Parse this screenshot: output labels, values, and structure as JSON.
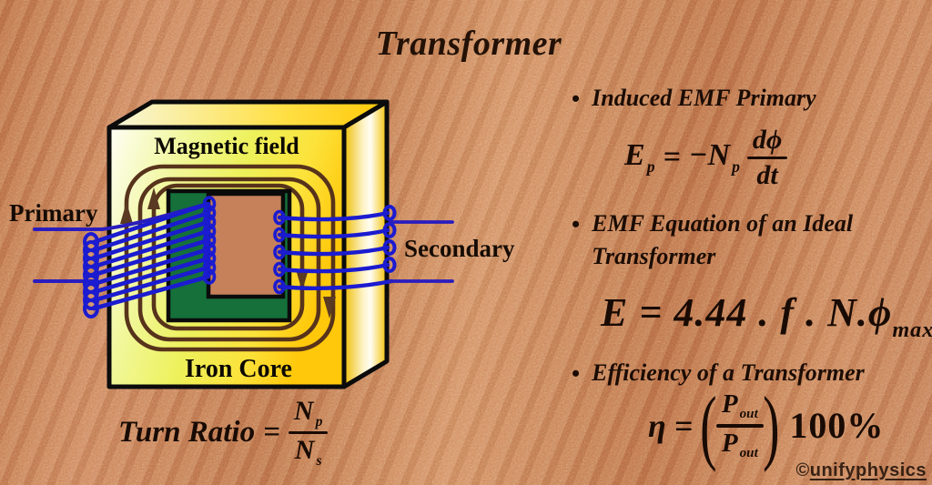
{
  "title": "Transformer",
  "diagram": {
    "magnetic_field_label": "Magnetic field",
    "iron_core_label": "Iron Core",
    "primary_label": "Primary",
    "secondary_label": "Secondary"
  },
  "bullets": {
    "induced": {
      "marker": "•",
      "label": "Induced EMF Primary"
    },
    "ideal": {
      "marker": "•",
      "line1": "EMF Equation of an Ideal",
      "line2": "Transformer"
    },
    "efficiency": {
      "marker": "•",
      "label": "Efficiency of a Transformer"
    }
  },
  "equations": {
    "induced": {
      "lhs": "E",
      "lhs_sub": "p",
      "equals": "=",
      "coef": "−N",
      "coef_sub": "p",
      "num": "dϕ",
      "den": "dt"
    },
    "ideal": {
      "body": "E = 4.44 . f . N.ϕ",
      "body_sub": "max"
    },
    "efficiency": {
      "lhs": "η",
      "equals": "=",
      "open_paren": "(",
      "close_paren": ")",
      "num": "P",
      "num_sub": "out",
      "den": "P",
      "den_sub": "out",
      "suffix": "100%"
    }
  },
  "turn_ratio": {
    "label": "Turn Ratio",
    "equals": "=",
    "num": "N",
    "num_sub": "p",
    "den": "N",
    "den_sub": "s"
  },
  "watermark": {
    "symbol": "©",
    "name": "unifyphysics"
  },
  "colors": {
    "background": "#c0754e",
    "core_yellow": "#ffd92a",
    "core_green": "#15703a",
    "field_line_brown": "#57331b",
    "coil_blue": "#1b1bd0",
    "text_dark": "#190b04"
  }
}
